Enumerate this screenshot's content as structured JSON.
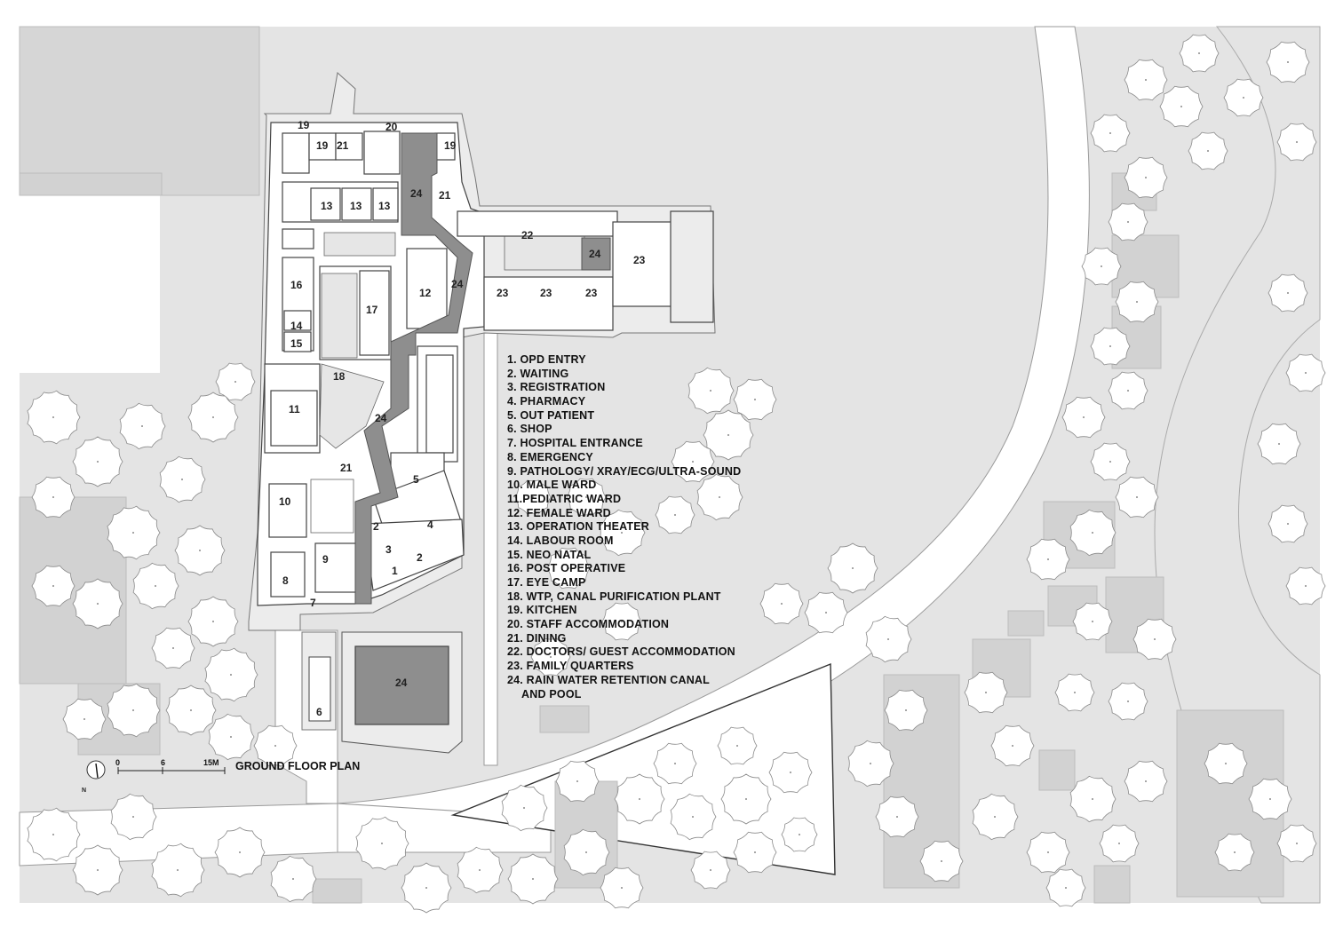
{
  "drawing": {
    "title": "GROUND FLOOR PLAN",
    "scale": {
      "labels": [
        "0",
        "6",
        "15M"
      ]
    },
    "north_label": "N"
  },
  "legend": {
    "items": [
      "1. OPD ENTRY",
      "2. WAITING",
      "3. REGISTRATION",
      "4. PHARMACY",
      "5. OUT PATIENT",
      "6. SHOP",
      "7. HOSPITAL ENTRANCE",
      "8. EMERGENCY",
      "9. PATHOLOGY/ XRAY/ECG/ULTRA-SOUND",
      "10. MALE WARD",
      "11.PEDIATRIC WARD",
      "12. FEMALE WARD",
      "13. OPERATION THEATER",
      "14. LABOUR ROOM",
      "15. NEO NATAL",
      "16. POST OPERATIVE",
      "17. EYE CAMP",
      "18. WTP, CANAL PURIFICATION PLANT",
      "19. KITCHEN",
      "20. STAFF ACCOMMODATION",
      "21. DINING",
      "22. DOCTORS/ GUEST ACCOMMODATION",
      "23. FAMILY QUARTERS",
      "24. RAIN WATER RETENTION CANAL",
      "AND POOL"
    ]
  },
  "room_labels": {
    "r19a": "19",
    "r19b": "19",
    "r19c": "19",
    "r20": "20",
    "r21a": "21",
    "r21b": "21",
    "r24a": "24",
    "r13a": "13",
    "r13b": "13",
    "r13c": "13",
    "r22": "22",
    "r24b": "24",
    "r23a": "23",
    "r23b": "23",
    "r23c": "23",
    "r23d": "23",
    "r16": "16",
    "r12": "12",
    "r24c": "24",
    "r14": "14",
    "r15": "15",
    "r17": "17",
    "r18": "18",
    "r24d": "24",
    "r11": "11",
    "r21c": "21",
    "r5": "5",
    "r10": "10",
    "r2a": "2",
    "r4": "4",
    "r3": "3",
    "r2b": "2",
    "r9": "9",
    "r1": "1",
    "r8": "8",
    "r7": "7",
    "r24e": "24",
    "r6": "6"
  },
  "colors": {
    "ground": "#e4e4e4",
    "building_fill": "#ffffff",
    "water": "#8e8e8e",
    "line": "#555555",
    "tree_line": "#8a8a8a"
  }
}
